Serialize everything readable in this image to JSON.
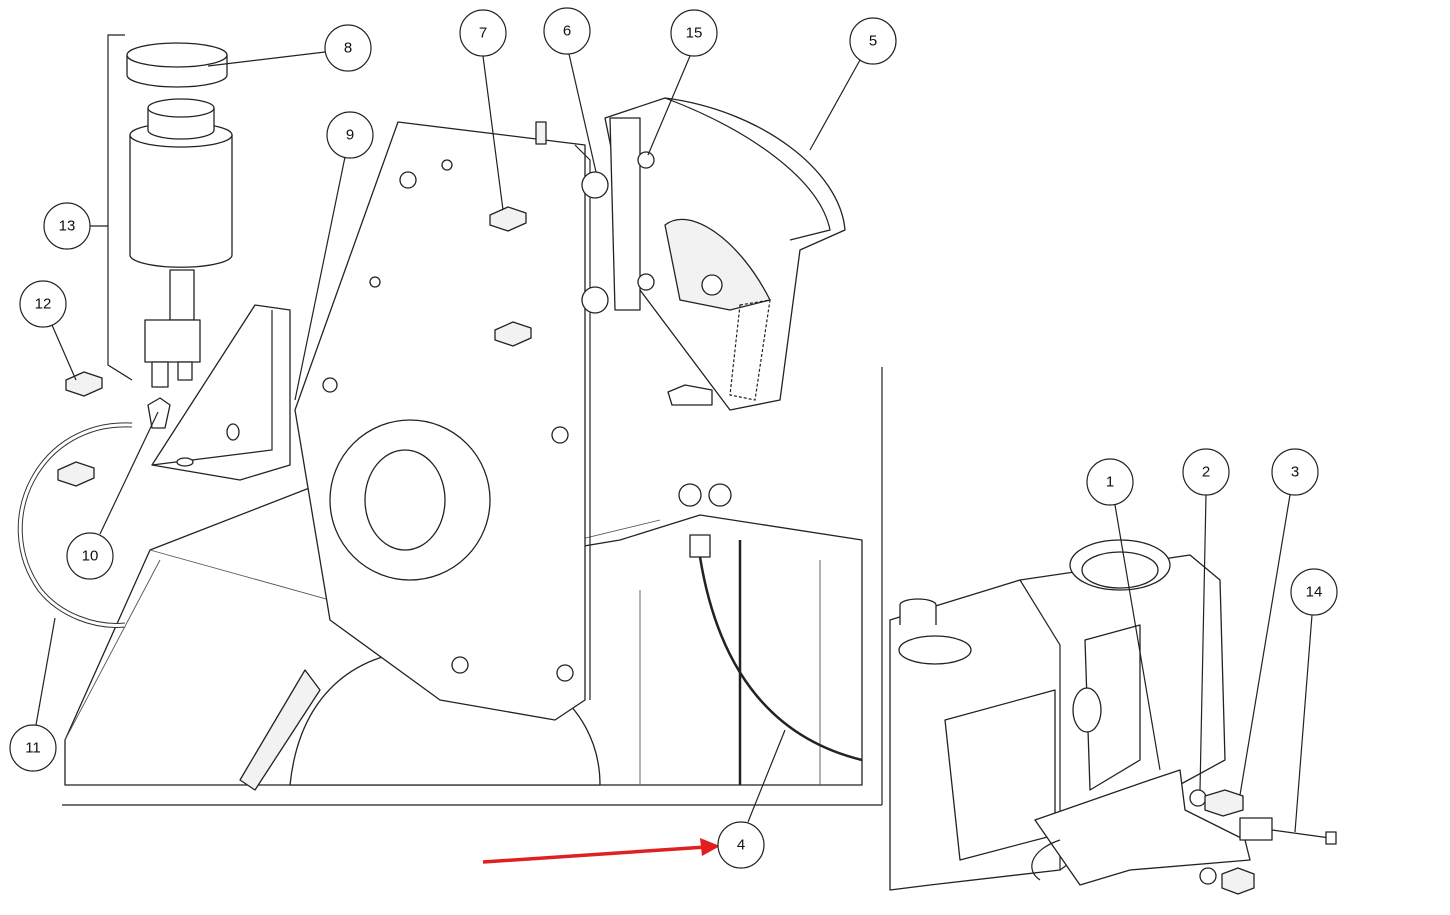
{
  "diagram": {
    "callouts": [
      "1",
      "2",
      "3",
      "4",
      "5",
      "6",
      "7",
      "8",
      "9",
      "10",
      "11",
      "12",
      "13",
      "14",
      "15"
    ],
    "accent_arrow_color": "#e02020"
  }
}
